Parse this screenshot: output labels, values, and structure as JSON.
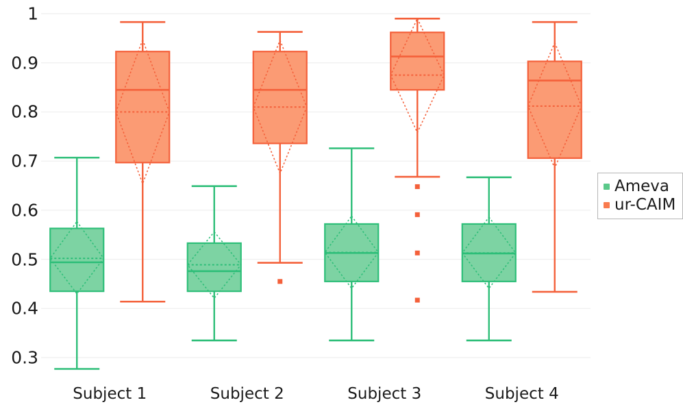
{
  "chart_data": {
    "type": "box",
    "title": "",
    "xlabel": "",
    "ylabel": "",
    "ylim": [
      0.26,
      1.005
    ],
    "yticks": [
      0.3,
      0.4,
      0.5,
      0.6,
      0.7,
      0.8,
      0.9,
      1
    ],
    "ytick_labels": [
      "0.3",
      "0.4",
      "0.5",
      "0.6",
      "0.7",
      "0.8",
      "0.9",
      "1"
    ],
    "categories": [
      "Subject 1",
      "Subject 2",
      "Subject 3",
      "Subject 4"
    ],
    "grid": true,
    "legend_position": "right",
    "notched": true,
    "show_mean_line": true,
    "series": [
      {
        "name": "Ameva",
        "fill": "#7DD3A3",
        "stroke": "#2DBE78",
        "boxes": [
          {
            "category": "Subject 1",
            "whisker_low": 0.277,
            "q1": 0.435,
            "median": 0.494,
            "mean": 0.502,
            "q3": 0.563,
            "whisker_high": 0.707,
            "notch_low": 0.43,
            "notch_high": 0.577,
            "outliers": []
          },
          {
            "category": "Subject 2",
            "whisker_low": 0.335,
            "q1": 0.435,
            "median": 0.476,
            "mean": 0.489,
            "q3": 0.533,
            "whisker_high": 0.649,
            "notch_low": 0.421,
            "notch_high": 0.556,
            "outliers": []
          },
          {
            "category": "Subject 3",
            "whisker_low": 0.335,
            "q1": 0.455,
            "median": 0.513,
            "mean": 0.514,
            "q3": 0.572,
            "whisker_high": 0.726,
            "notch_low": 0.441,
            "notch_high": 0.588,
            "outliers": []
          },
          {
            "category": "Subject 4",
            "whisker_low": 0.335,
            "q1": 0.455,
            "median": 0.512,
            "mean": 0.513,
            "q3": 0.572,
            "whisker_high": 0.667,
            "notch_low": 0.441,
            "notch_high": 0.586,
            "outliers": []
          }
        ]
      },
      {
        "name": "ur-CAIM",
        "fill": "#FB9B74",
        "stroke": "#F4603A",
        "boxes": [
          {
            "category": "Subject 1",
            "whisker_low": 0.414,
            "q1": 0.697,
            "median": 0.845,
            "mean": 0.8,
            "q3": 0.923,
            "whisker_high": 0.983,
            "notch_low": 0.654,
            "notch_high": 0.947,
            "outliers": []
          },
          {
            "category": "Subject 2",
            "whisker_low": 0.493,
            "q1": 0.736,
            "median": 0.845,
            "mean": 0.81,
            "q3": 0.923,
            "whisker_high": 0.963,
            "notch_low": 0.675,
            "notch_high": 0.946,
            "outliers": [
              0.455
            ]
          },
          {
            "category": "Subject 3",
            "whisker_low": 0.668,
            "q1": 0.845,
            "median": 0.913,
            "mean": 0.875,
            "q3": 0.962,
            "whisker_high": 0.99,
            "notch_low": 0.758,
            "notch_high": 0.99,
            "outliers": [
              0.648,
              0.591,
              0.513,
              0.417
            ]
          },
          {
            "category": "Subject 4",
            "whisker_low": 0.434,
            "q1": 0.706,
            "median": 0.864,
            "mean": 0.812,
            "q3": 0.903,
            "whisker_high": 0.983,
            "notch_low": 0.686,
            "notch_high": 0.941,
            "outliers": []
          }
        ]
      }
    ]
  },
  "legend": {
    "items": [
      {
        "label": "Ameva",
        "color": "#5BC98A"
      },
      {
        "label": "ur-CAIM",
        "color": "#F97B4E"
      }
    ]
  },
  "axis": {
    "y_tick_labels": [
      "1",
      "0.9",
      "0.8",
      "0.7",
      "0.6",
      "0.5",
      "0.4",
      "0.3"
    ],
    "x_tick_labels": [
      "Subject 1",
      "Subject 2",
      "Subject 3",
      "Subject 4"
    ]
  },
  "colors": {
    "green_fill": "#7DD3A3",
    "green_stroke": "#2DBE78",
    "orange_fill": "#FB9B74",
    "orange_stroke": "#F4603A",
    "grid": "#f0f0f0",
    "text": "#1a1a1a"
  }
}
